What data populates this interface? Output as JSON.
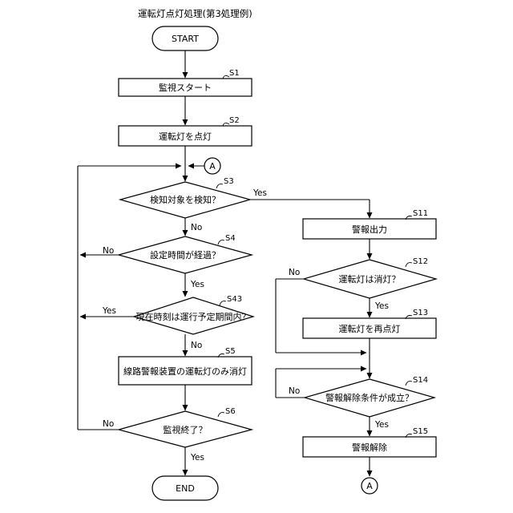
{
  "title": "運転灯点灯処理(第3処理例)",
  "nodes": {
    "start": "START",
    "s1": "監視スタート",
    "s2": "運転灯を点灯",
    "s3": "検知対象を検知？",
    "s4": "設定時間が経過？",
    "s43": "現在時刻は運行予定期間内？",
    "s5": "線路警報装置の運転灯のみ消灯",
    "s6": "監視終了？",
    "end": "END",
    "s11": "警報出力",
    "s12": "運転灯は消灯？",
    "s13": "運転灯を再点灯",
    "s14": "警報解除条件が成立？",
    "s15": "警報解除"
  },
  "connectors": {
    "a_top": "A",
    "a_bottom": "A"
  },
  "steps": {
    "s1": "S1",
    "s2": "S2",
    "s3": "S3",
    "s4": "S4",
    "s43": "S43",
    "s5": "S5",
    "s6": "S6",
    "s11": "S11",
    "s12": "S12",
    "s13": "S13",
    "s14": "S14",
    "s15": "S15"
  },
  "branches": {
    "s3_yes": "Yes",
    "s3_no": "No",
    "s4_no": "No",
    "s4_yes": "Yes",
    "s43_yes": "Yes",
    "s43_no": "No",
    "s6_no": "No",
    "s6_yes": "Yes",
    "s12_no": "No",
    "s12_yes": "Yes",
    "s14_no": "No",
    "s14_yes": "Yes"
  }
}
